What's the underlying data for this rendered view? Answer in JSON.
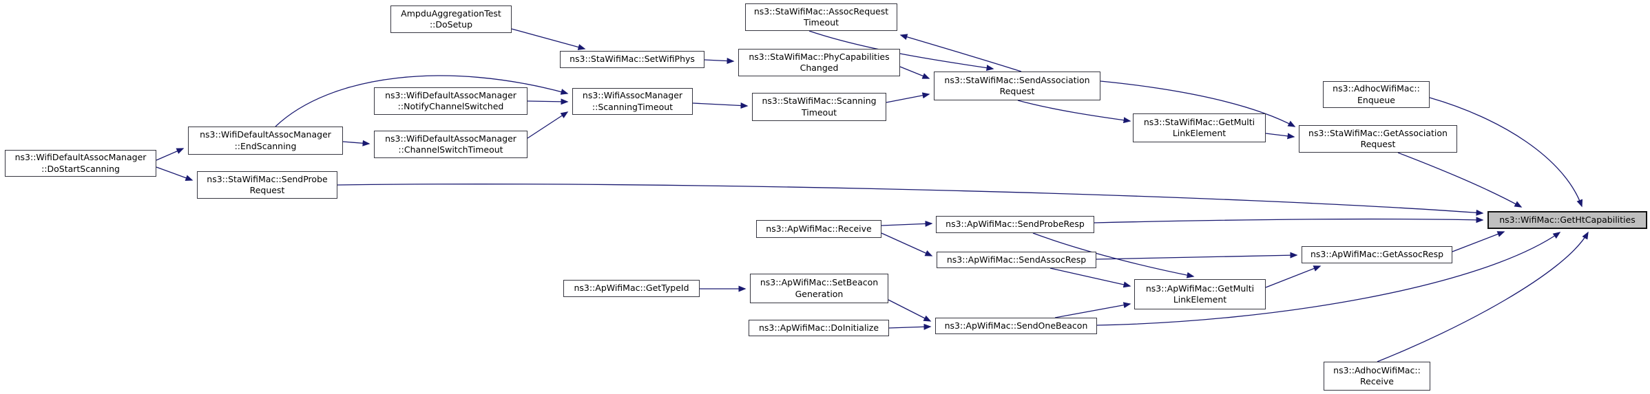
{
  "diagram": {
    "type": "call-graph",
    "highlighted_node": "ns3::WifiMac::GetHtCapabilities",
    "edge_color": "#191970",
    "node_border_color": "#35353f",
    "highlight_fill": "#bfbfbf",
    "nodes": [
      {
        "id": "ampdu-dosetup",
        "label": "AmpduAggregationTest\n::DoSetup"
      },
      {
        "id": "sta-setwifiphys",
        "label": "ns3::StaWifiMac::SetWifiPhys"
      },
      {
        "id": "sta-assocreq-timeout",
        "label": "ns3::StaWifiMac::AssocRequest\nTimeout"
      },
      {
        "id": "sta-phycap-changed",
        "label": "ns3::StaWifiMac::PhyCapabilities\nChanged"
      },
      {
        "id": "wdam-notifychsw",
        "label": "ns3::WifiDefaultAssocManager\n::NotifyChannelSwitched"
      },
      {
        "id": "wam-scanningtimeout",
        "label": "ns3::WifiAssocManager\n::ScanningTimeout"
      },
      {
        "id": "sta-scanningtimeout",
        "label": "ns3::StaWifiMac::Scanning\nTimeout"
      },
      {
        "id": "wdam-endscanning",
        "label": "ns3::WifiDefaultAssocManager\n::EndScanning"
      },
      {
        "id": "wdam-chswtimeout",
        "label": "ns3::WifiDefaultAssocManager\n::ChannelSwitchTimeout"
      },
      {
        "id": "wdam-dostartscanning",
        "label": "ns3::WifiDefaultAssocManager\n::DoStartScanning"
      },
      {
        "id": "sta-sendprobereq",
        "label": "ns3::StaWifiMac::SendProbe\nRequest"
      },
      {
        "id": "sta-sendassocreq",
        "label": "ns3::StaWifiMac::SendAssociation\nRequest"
      },
      {
        "id": "adhoc-enqueue",
        "label": "ns3::AdhocWifiMac::\nEnqueue"
      },
      {
        "id": "sta-getmultilink",
        "label": "ns3::StaWifiMac::GetMulti\nLinkElement"
      },
      {
        "id": "sta-getassocreq",
        "label": "ns3::StaWifiMac::GetAssociation\nRequest"
      },
      {
        "id": "wifimac-gethtcap",
        "label": "ns3::WifiMac::GetHtCapabilities"
      },
      {
        "id": "ap-receive",
        "label": "ns3::ApWifiMac::Receive"
      },
      {
        "id": "ap-sendproberesp",
        "label": "ns3::ApWifiMac::SendProbeResp"
      },
      {
        "id": "ap-sendassocresp",
        "label": "ns3::ApWifiMac::SendAssocResp"
      },
      {
        "id": "ap-getassocresp",
        "label": "ns3::ApWifiMac::GetAssocResp"
      },
      {
        "id": "ap-getmultilink",
        "label": "ns3::ApWifiMac::GetMulti\nLinkElement"
      },
      {
        "id": "ap-gettypeid",
        "label": "ns3::ApWifiMac::GetTypeId"
      },
      {
        "id": "ap-setbeacongen",
        "label": "ns3::ApWifiMac::SetBeacon\nGeneration"
      },
      {
        "id": "ap-sendonebeacon",
        "label": "ns3::ApWifiMac::SendOneBeacon"
      },
      {
        "id": "ap-doinitialize",
        "label": "ns3::ApWifiMac::DoInitialize"
      },
      {
        "id": "adhoc-receive",
        "label": "ns3::AdhocWifiMac::\nReceive"
      }
    ],
    "edges": [
      {
        "from": "wdam-dostartscanning",
        "to": "wdam-endscanning"
      },
      {
        "from": "wdam-dostartscanning",
        "to": "sta-sendprobereq"
      },
      {
        "from": "wdam-endscanning",
        "to": "wdam-chswtimeout"
      },
      {
        "from": "wdam-endscanning",
        "to": "wam-scanningtimeout"
      },
      {
        "from": "wdam-notifychsw",
        "to": "wam-scanningtimeout"
      },
      {
        "from": "wdam-chswtimeout",
        "to": "wam-scanningtimeout"
      },
      {
        "from": "ampdu-dosetup",
        "to": "sta-setwifiphys"
      },
      {
        "from": "sta-setwifiphys",
        "to": "sta-phycap-changed"
      },
      {
        "from": "wam-scanningtimeout",
        "to": "sta-scanningtimeout"
      },
      {
        "from": "sta-phycap-changed",
        "to": "sta-sendassocreq"
      },
      {
        "from": "sta-scanningtimeout",
        "to": "sta-sendassocreq"
      },
      {
        "from": "sta-assocreq-timeout",
        "to": "sta-sendassocreq"
      },
      {
        "from": "sta-sendassocreq",
        "to": "sta-assocreq-timeout"
      },
      {
        "from": "sta-sendassocreq",
        "to": "sta-getmultilink"
      },
      {
        "from": "sta-sendassocreq",
        "to": "sta-getassocreq"
      },
      {
        "from": "sta-getmultilink",
        "to": "sta-getassocreq"
      },
      {
        "from": "sta-getassocreq",
        "to": "wifimac-gethtcap"
      },
      {
        "from": "adhoc-enqueue",
        "to": "wifimac-gethtcap"
      },
      {
        "from": "sta-sendprobereq",
        "to": "wifimac-gethtcap"
      },
      {
        "from": "ap-receive",
        "to": "ap-sendproberesp"
      },
      {
        "from": "ap-receive",
        "to": "ap-sendassocresp"
      },
      {
        "from": "ap-sendproberesp",
        "to": "wifimac-gethtcap"
      },
      {
        "from": "ap-sendproberesp",
        "to": "ap-getmultilink"
      },
      {
        "from": "ap-sendassocresp",
        "to": "ap-getassocresp"
      },
      {
        "from": "ap-sendassocresp",
        "to": "ap-getmultilink"
      },
      {
        "from": "ap-sendonebeacon",
        "to": "ap-getmultilink"
      },
      {
        "from": "ap-getmultilink",
        "to": "ap-getassocresp"
      },
      {
        "from": "ap-getassocresp",
        "to": "wifimac-gethtcap"
      },
      {
        "from": "ap-sendonebeacon",
        "to": "wifimac-gethtcap"
      },
      {
        "from": "adhoc-receive",
        "to": "wifimac-gethtcap"
      },
      {
        "from": "ap-gettypeid",
        "to": "ap-setbeacongen"
      },
      {
        "from": "ap-setbeacongen",
        "to": "ap-sendonebeacon"
      },
      {
        "from": "ap-doinitialize",
        "to": "ap-sendonebeacon"
      }
    ]
  }
}
